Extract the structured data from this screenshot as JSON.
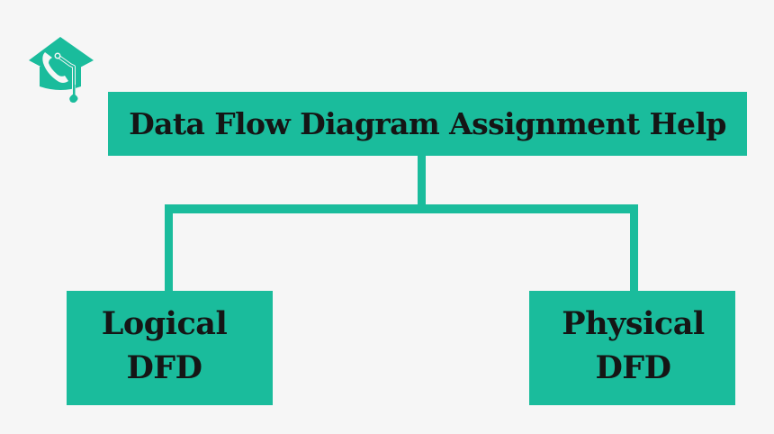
{
  "logo": {
    "icon": "graduation-cap-phone-icon",
    "color": "#1abc9c"
  },
  "diagram": {
    "root": {
      "label": "Data Flow Diagram Assignment Help"
    },
    "children": [
      {
        "line1": "Logical",
        "line2": "DFD"
      },
      {
        "line1": "Physical",
        "line2": "DFD"
      }
    ]
  },
  "colors": {
    "background": "#f6f6f6",
    "accent": "#1abc9c",
    "text": "#151515"
  }
}
